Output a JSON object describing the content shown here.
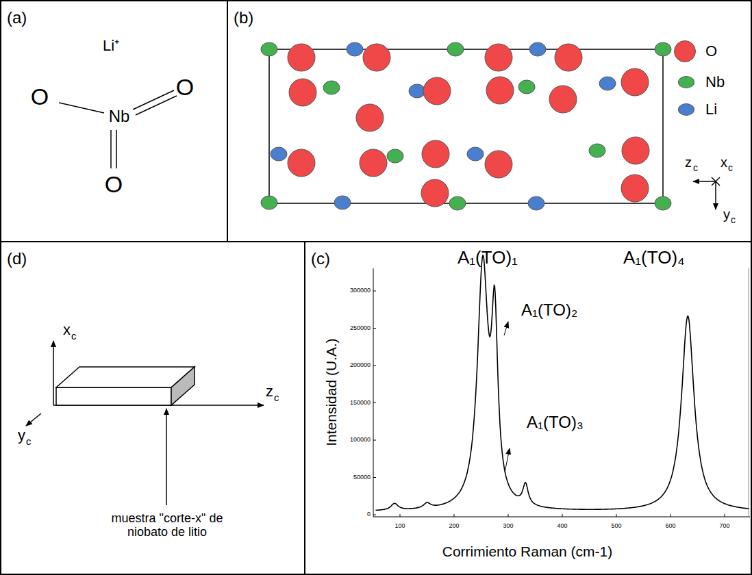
{
  "diagram": {
    "nodes": [
      {
        "text": [
          "(a)"
        ]
      },
      {
        "text": [
          "(b)"
        ]
      },
      {
        "text": [
          "(d)"
        ]
      },
      {
        "text": [
          "(c)"
        ]
      }
    ],
    "labels": [
      "Li⁺",
      "O",
      "Nb",
      "O",
      "O",
      "z",
      "c",
      "x",
      "c",
      "y",
      "c",
      "A₁(TO)₁",
      "A₁(TO)₂",
      "A₁(TO)₃",
      "A₁(TO)₄",
      "300000",
      "250000",
      "200000",
      "150000",
      "100000",
      "50000",
      "0",
      "100",
      "200",
      "300",
      "400",
      "500",
      "600",
      "700",
      "Intensidad (U.A.)",
      "Corrimiento Raman (cm-1)",
      "x",
      "c",
      "y",
      "c",
      "z",
      "c",
      "muestra \"corte-x\" de niobato de litio"
    ],
    "legend": [
      {
        "text": "O",
        "color": "#f04848"
      },
      {
        "text": "Nb",
        "color": "#44b050"
      },
      {
        "text": "Li",
        "color": "#4a7fd0"
      }
    ]
  }
}
